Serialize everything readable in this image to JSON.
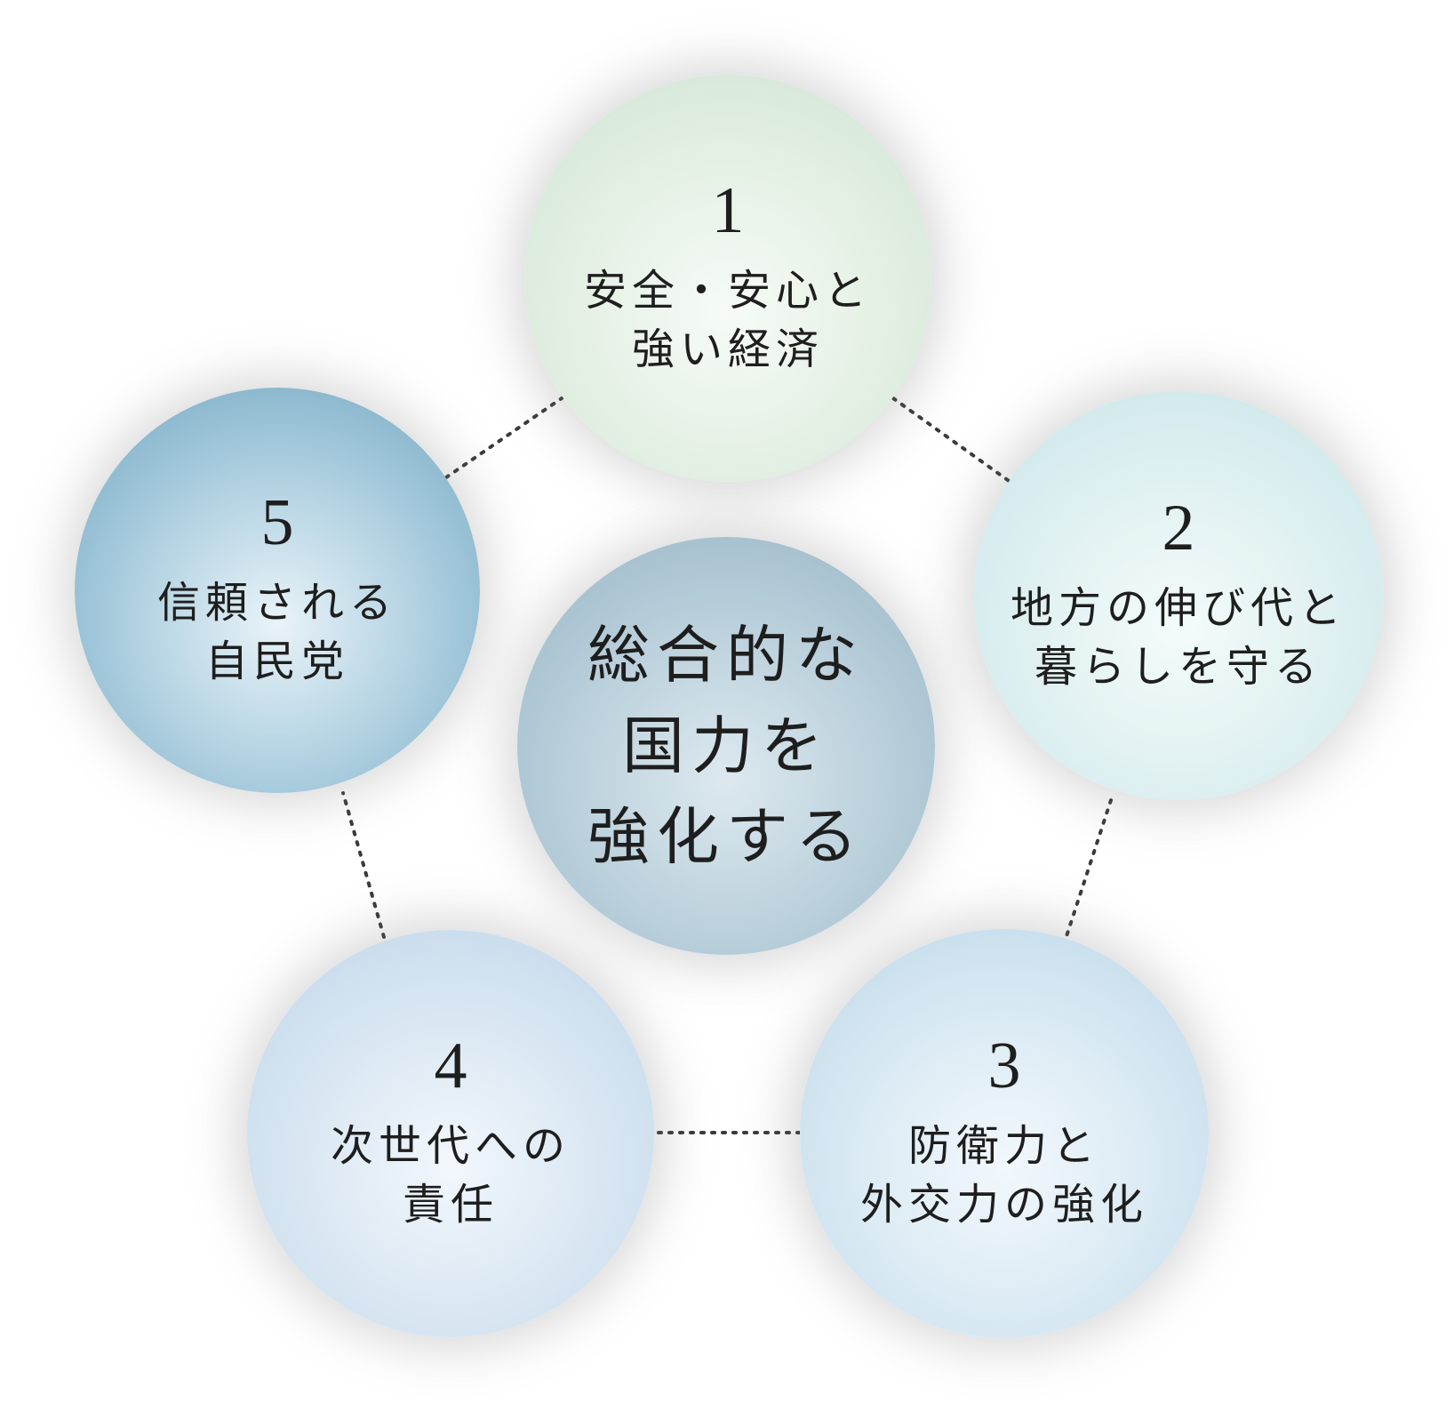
{
  "diagram": {
    "type": "cycle-pentagon",
    "center": {
      "lines": [
        "総合的な",
        "国力を",
        "強化する"
      ],
      "color": "#aac3d0"
    },
    "nodes": [
      {
        "number": "1",
        "lines": [
          "安全・安心と",
          "強い経済"
        ],
        "color": "#dbeadf"
      },
      {
        "number": "2",
        "lines": [
          "地方の伸び代と",
          "暮らしを守る"
        ],
        "color": "#d6ecee"
      },
      {
        "number": "3",
        "lines": [
          "防衛力と",
          "外交力の強化"
        ],
        "color": "#cfe2ee"
      },
      {
        "number": "4",
        "lines": [
          "次世代への",
          "責任"
        ],
        "color": "#d0e1ef"
      },
      {
        "number": "5",
        "lines": [
          "信頼される",
          "自民党"
        ],
        "color": "#8db9cf"
      }
    ],
    "connectors": [
      {
        "from": "1",
        "to": "2",
        "style": "dotted"
      },
      {
        "from": "2",
        "to": "3",
        "style": "dotted"
      },
      {
        "from": "3",
        "to": "4",
        "style": "dotted"
      },
      {
        "from": "4",
        "to": "5",
        "style": "dotted"
      },
      {
        "from": "5",
        "to": "1",
        "style": "dotted"
      }
    ]
  }
}
